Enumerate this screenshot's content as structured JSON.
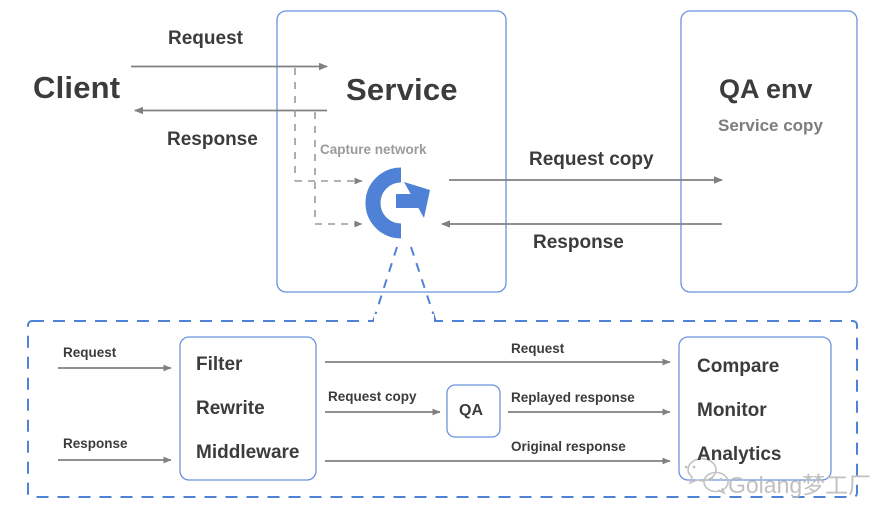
{
  "diagram": {
    "title_nodes": {
      "client": "Client",
      "service": "Service",
      "qa_env": "QA env",
      "qa_env_sub": "Service copy"
    },
    "top_flow_labels": {
      "request": "Request",
      "response": "Response",
      "capture_network": "Capture network",
      "request_copy": "Request copy",
      "response_back": "Response"
    },
    "logo": {
      "name": "goreplay-logo",
      "glyph": "G",
      "color": "#4f81d7"
    },
    "detail_panel": {
      "in_labels": {
        "request": "Request",
        "response": "Response"
      },
      "middle_box_items": [
        "Filter",
        "Rewrite",
        "Middleware"
      ],
      "qa_box_label": "QA",
      "mid_labels": {
        "request_copy": "Request copy"
      },
      "out_labels": {
        "request": "Request",
        "replayed_response": "Replayed response",
        "original_response": "Original response"
      },
      "right_box_items": [
        "Compare",
        "Monitor",
        "Analytics"
      ]
    },
    "watermark": {
      "text": "Golang梦工厂",
      "icon": "wechat-icon"
    },
    "colors": {
      "box_border": "#6a93de",
      "dashed_blue": "#4f81d7",
      "arrow_gray": "#808080",
      "text_dark": "#3c3c3c",
      "text_muted": "#9b9b9b",
      "background": "#ffffff"
    }
  }
}
